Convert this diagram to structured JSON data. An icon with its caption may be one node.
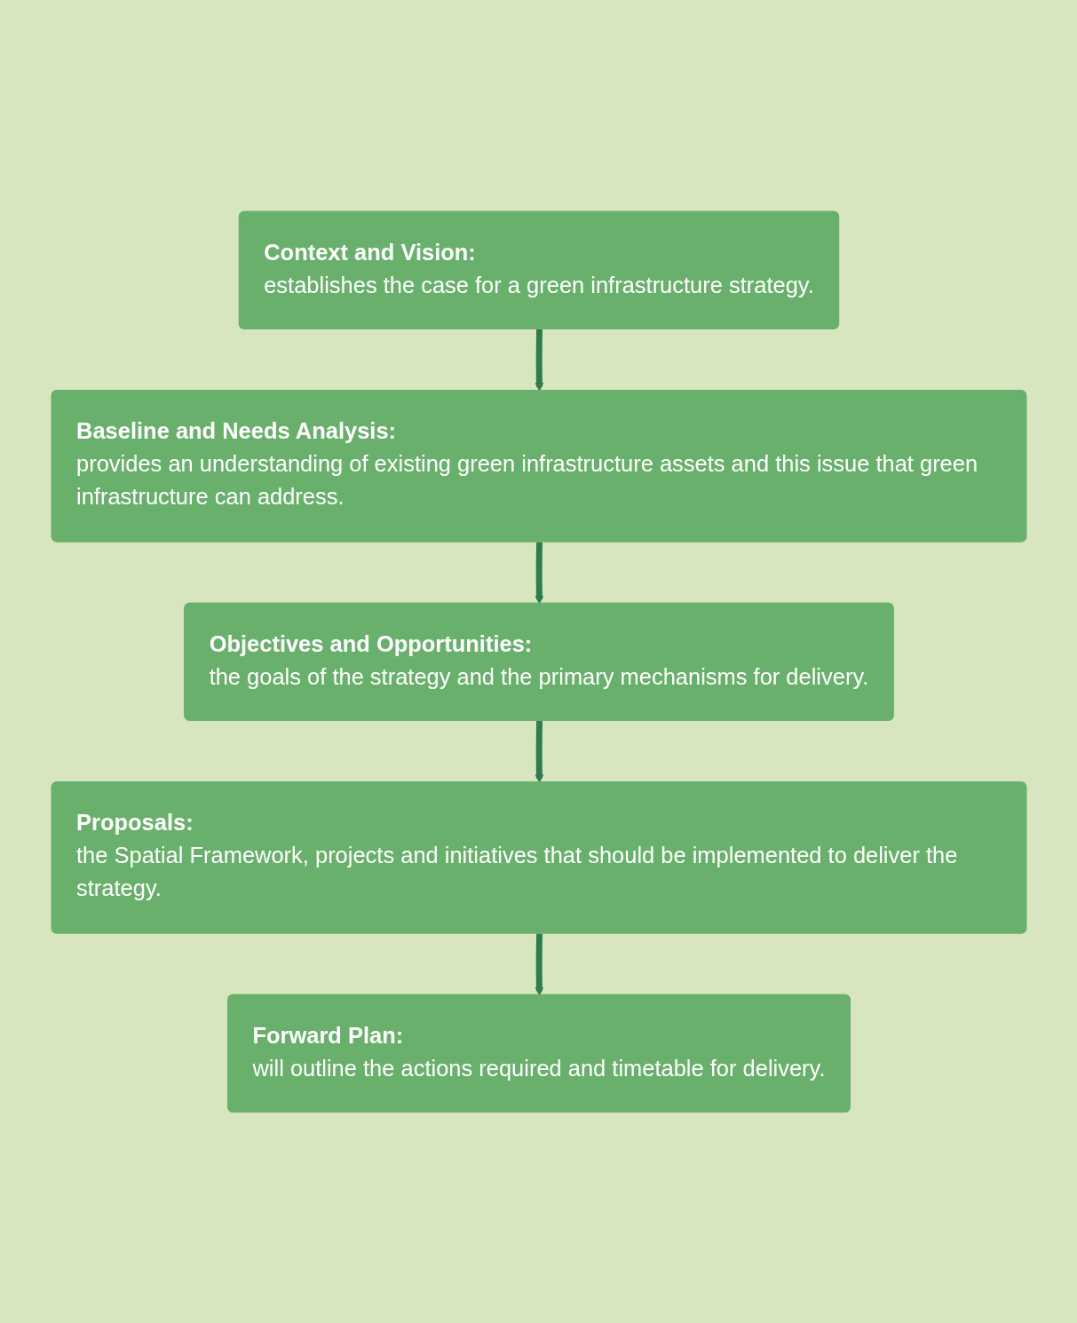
{
  "diagram": {
    "nodes": [
      {
        "text": [
          "Context and Vision:",
          "establishes the case for a green infrastructure strategy."
        ]
      },
      {
        "text": [
          "Baseline and Needs Analysis:",
          "provides an understanding of existing green infrastructure assets and this issue that green infrastructure can address."
        ]
      },
      {
        "text": [
          "Objectives and Opportunities:",
          "the goals of the strategy and the primary mechanisms for delivery."
        ]
      },
      {
        "text": [
          "Proposals:",
          "the Spatial Framework, projects and initiatives that should be implemented to deliver the strategy."
        ]
      },
      {
        "text": [
          "Forward Plan:",
          "will outline the actions required and timetable for delivery."
        ]
      }
    ],
    "edges": [
      {
        "from": 0,
        "to": 1,
        "arrow": "to"
      },
      {
        "from": 1,
        "to": 2,
        "arrow": "to"
      },
      {
        "from": 2,
        "to": 3,
        "arrow": "to"
      },
      {
        "from": 3,
        "to": 4,
        "arrow": "to"
      }
    ]
  }
}
